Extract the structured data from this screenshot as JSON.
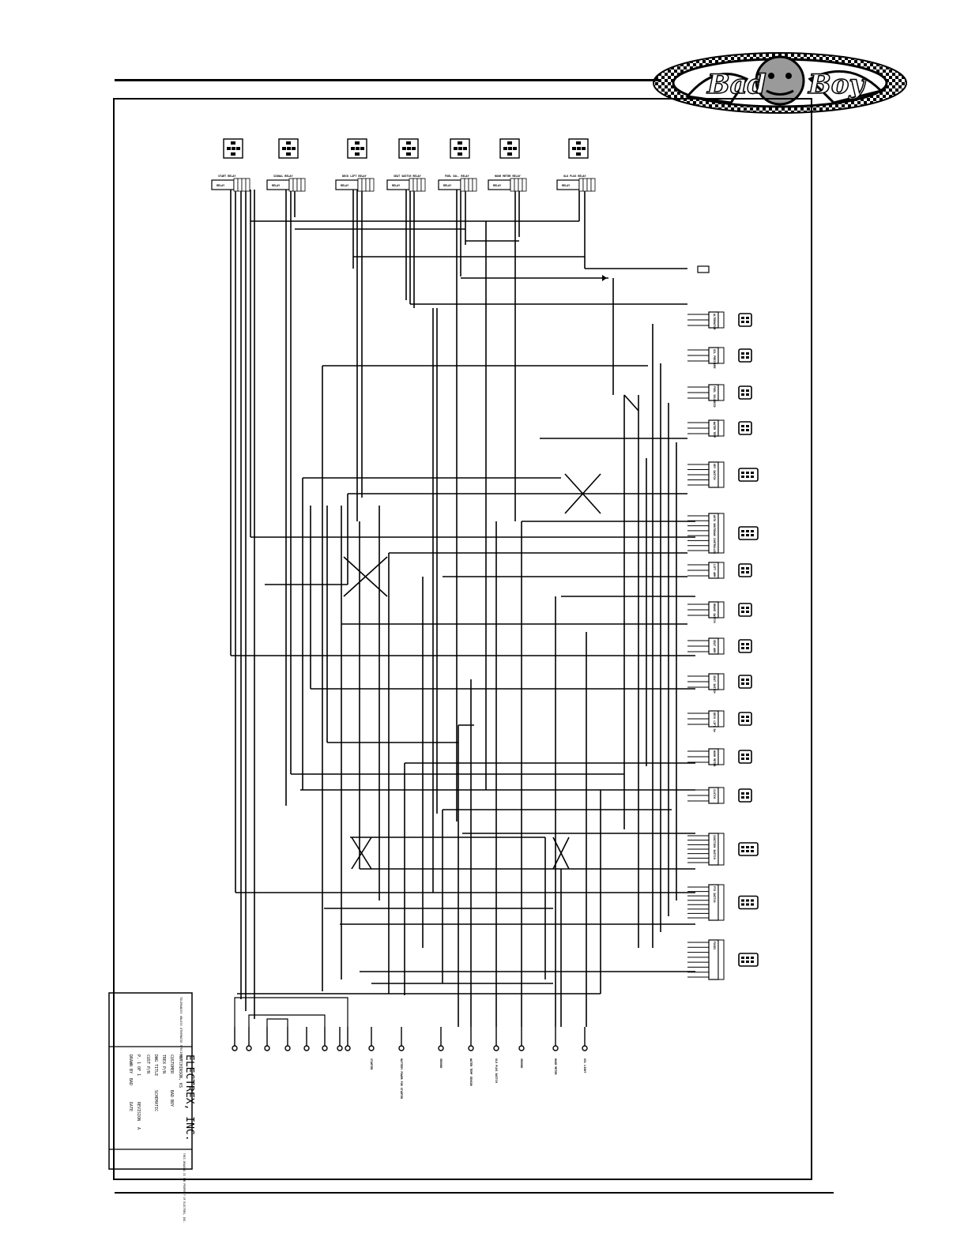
{
  "header": {
    "logo_text": "Bad Boy"
  },
  "relays": [
    {
      "label": "START RELAY"
    },
    {
      "label": "SIGNAL RELAY"
    },
    {
      "label": "DECK LIFT RELAY"
    },
    {
      "label": "SEAT SWITCH RELAY"
    },
    {
      "label": "FUEL SOL. RELAY"
    },
    {
      "label": "HOUR METER RELAY"
    },
    {
      "label": "GLO PLUG RELAY"
    }
  ],
  "relay_body_label": "RELAY",
  "connectors": [
    {
      "label": "ALTERNATOR"
    },
    {
      "label": "OIL PRESSURE"
    },
    {
      "label": "FUEL SOLENOID"
    },
    {
      "label": "WATER TEMP"
    },
    {
      "label": "KEY SWITCH"
    },
    {
      "label": "AUTO SHUTDOWN CONTROLLER"
    },
    {
      "label": "LIFT ARM"
    },
    {
      "label": "BRAKE SWITCH"
    },
    {
      "label": "SEAT ARM"
    },
    {
      "label": "SEAT SWITCH"
    },
    {
      "label": "DECK LIFT SW"
    },
    {
      "label": "HOUR METER"
    },
    {
      "label": "CLUTCH"
    },
    {
      "label": "IGNITION SWITCH"
    },
    {
      "label": "PTO SWITCH"
    },
    {
      "label": "FUSES"
    }
  ],
  "bottom_terminals": [
    {
      "label": "STARTER"
    },
    {
      "label": "BATTERY POWER FOR STARTER"
    },
    {
      "label": "GROUND"
    },
    {
      "label": "WATER TEMP SENSOR"
    },
    {
      "label": "GLO PLUG SWITCH"
    },
    {
      "label": "GROUND"
    },
    {
      "label": "HOUR METER"
    },
    {
      "label": "OIL LIGHT"
    }
  ],
  "title_block": {
    "company": "ELECTREX, INC.",
    "location": "HUTCHINSON, KS",
    "customer_label": "CUSTOMER",
    "customer_value": "BAD BOY",
    "part_no_label": "TREX P/N",
    "dwg_title_label": "DWG TITLE",
    "dwg_title_value": "SCHEMATIC",
    "cust_pn_label": "CUST P/N",
    "sheet_label": "P. 1 OF 1",
    "revision_label": "REVISION",
    "revision_value": "A",
    "drawn_label": "DRAWN BY",
    "drawn_value": "BAD",
    "date_label": "DATE",
    "tolerances_label": "TOLERANCES UNLESS OTHERWISE SPECIFIED",
    "notes_label": "THIS DRAWING IS THE PROPERTY OF ELECTREX, INC."
  }
}
